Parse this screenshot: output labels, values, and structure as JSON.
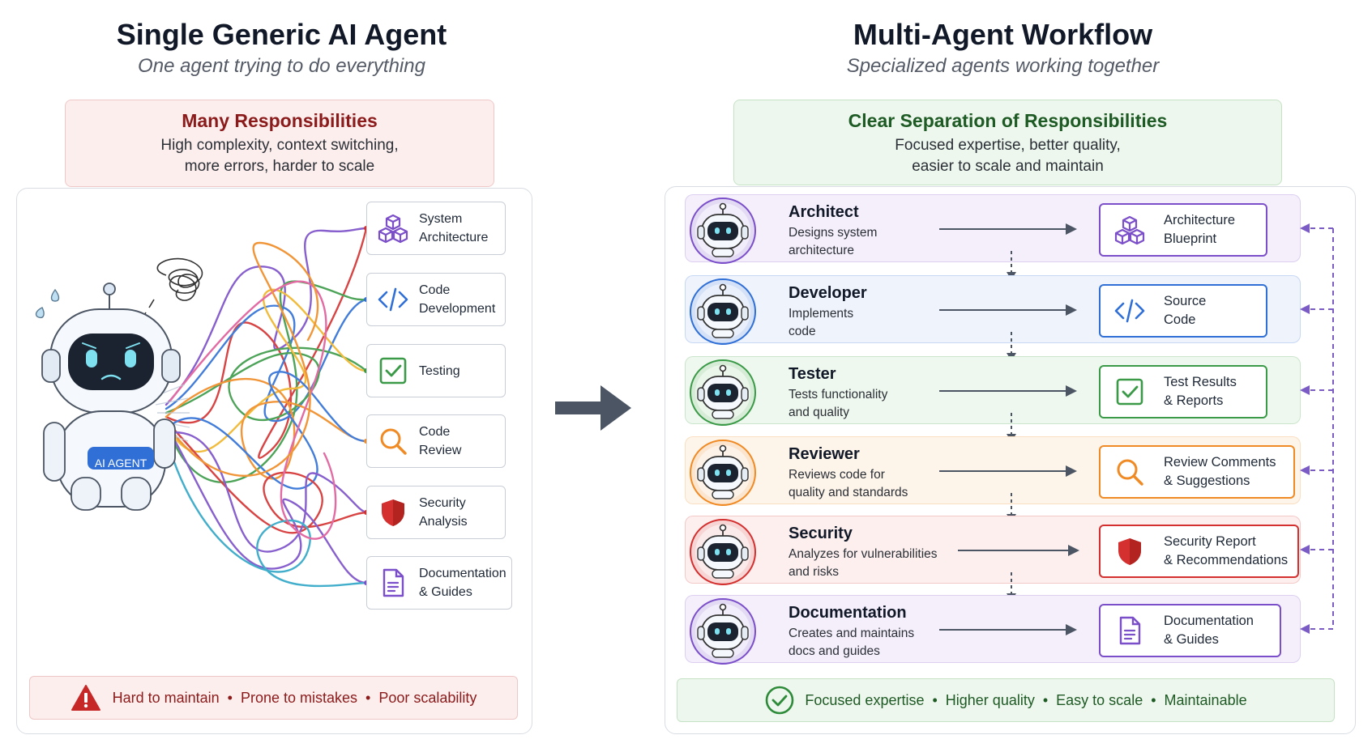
{
  "left": {
    "title": "Single Generic AI Agent",
    "subtitle": "One agent trying to do everything",
    "banner": {
      "title": "Many Responsibilities",
      "text": "High complexity, context switching,\nmore errors, harder to scale"
    },
    "agent_label": "AI AGENT",
    "responsibilities": [
      {
        "label": "System\nArchitecture",
        "icon": "cubes-icon",
        "color": "#7b4fc9"
      },
      {
        "label": "Code\nDevelopment",
        "icon": "code-icon",
        "color": "#2f6fd6"
      },
      {
        "label": "Testing",
        "icon": "check-icon",
        "color": "#3a9a47"
      },
      {
        "label": "Code\nReview",
        "icon": "magnifier-icon",
        "color": "#f08a24"
      },
      {
        "label": "Security\nAnalysis",
        "icon": "shield-icon",
        "color": "#d3302f"
      },
      {
        "label": "Documentation\n& Guides",
        "icon": "document-icon",
        "color": "#7b4fc9"
      }
    ],
    "footer": {
      "items": [
        "Hard to maintain",
        "Prone to mistakes",
        "Poor scalability"
      ],
      "separator": "•"
    }
  },
  "right": {
    "title": "Multi-Agent Workflow",
    "subtitle": "Specialized agents working together",
    "banner": {
      "title": "Clear Separation of Responsibilities",
      "text": "Focused expertise, better quality,\neasier to scale and maintain"
    },
    "agents": [
      {
        "name": "Architect",
        "desc": "Designs system\narchitecture",
        "output": "Architecture\nBlueprint",
        "icon": "cubes-icon",
        "color": "#7b4fc9",
        "bg": "#f4effb"
      },
      {
        "name": "Developer",
        "desc": "Implements\ncode",
        "output": "Source\nCode",
        "icon": "code-icon",
        "color": "#2f6fd6",
        "bg": "#eef3fc"
      },
      {
        "name": "Tester",
        "desc": "Tests functionality\nand quality",
        "output": "Test Results\n& Reports",
        "icon": "check-icon",
        "color": "#3a9a47",
        "bg": "#eff8ee"
      },
      {
        "name": "Reviewer",
        "desc": "Reviews code for\nquality and standards",
        "output": "Review Comments\n& Suggestions",
        "icon": "magnifier-icon",
        "color": "#f08a24",
        "bg": "#fdf4ea"
      },
      {
        "name": "Security",
        "desc": "Analyzes for vulnerabilities\nand risks",
        "output": "Security Report\n& Recommendations",
        "icon": "shield-icon",
        "color": "#d3302f",
        "bg": "#fcefee"
      },
      {
        "name": "Documentation",
        "desc": "Creates and maintains\ndocs and guides",
        "output": "Documentation\n& Guides",
        "icon": "document-icon",
        "color": "#7b4fc9",
        "bg": "#f4effb"
      }
    ],
    "footer": {
      "items": [
        "Focused expertise",
        "Higher quality",
        "Easy to scale",
        "Maintainable"
      ],
      "separator": "•"
    }
  },
  "colors": {
    "warning_red": "#c62828",
    "success_green": "#2e8b3a",
    "feedback_purple": "#7b5cc4",
    "transition_arrow": "#4b5563"
  }
}
